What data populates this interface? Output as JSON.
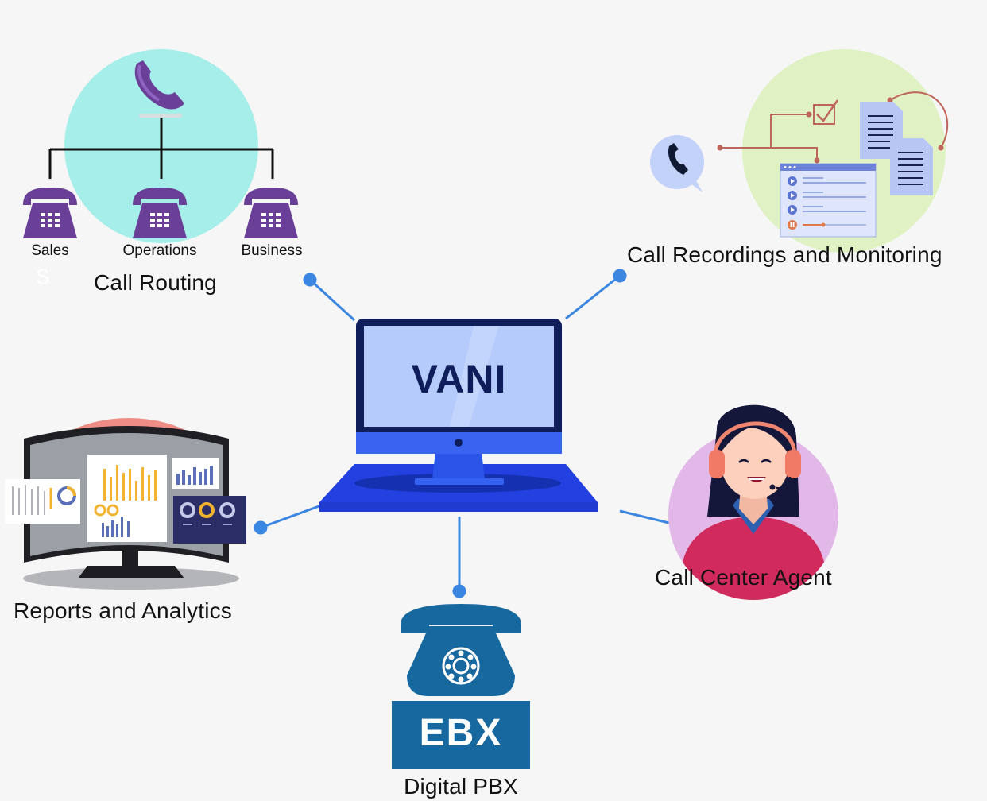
{
  "center": {
    "title": "VANI"
  },
  "call_routing": {
    "title": "Call Routing",
    "branches": [
      "Sales",
      "Operations",
      "Business"
    ],
    "ghost_letter": "S"
  },
  "recordings": {
    "title": "Call Recordings and Monitoring"
  },
  "agent": {
    "title": "Call Center Agent"
  },
  "reports": {
    "title": "Reports and Analytics"
  },
  "pbx": {
    "brand": "EBX",
    "title": "Digital PBX"
  },
  "colors": {
    "connector": "#3a86e0",
    "teal_circle": "#a6eeea",
    "green_circle": "#e0f2c4",
    "lilac_circle": "#e2b8e8",
    "salmon_circle": "#ee8c86",
    "phone_purple": "#6a3f98",
    "monitor_navy": "#0f1e5a",
    "monitor_screen": "#b5cbfb",
    "laptop_blue": "#2340e0",
    "pbx_blue": "#1868a0"
  }
}
